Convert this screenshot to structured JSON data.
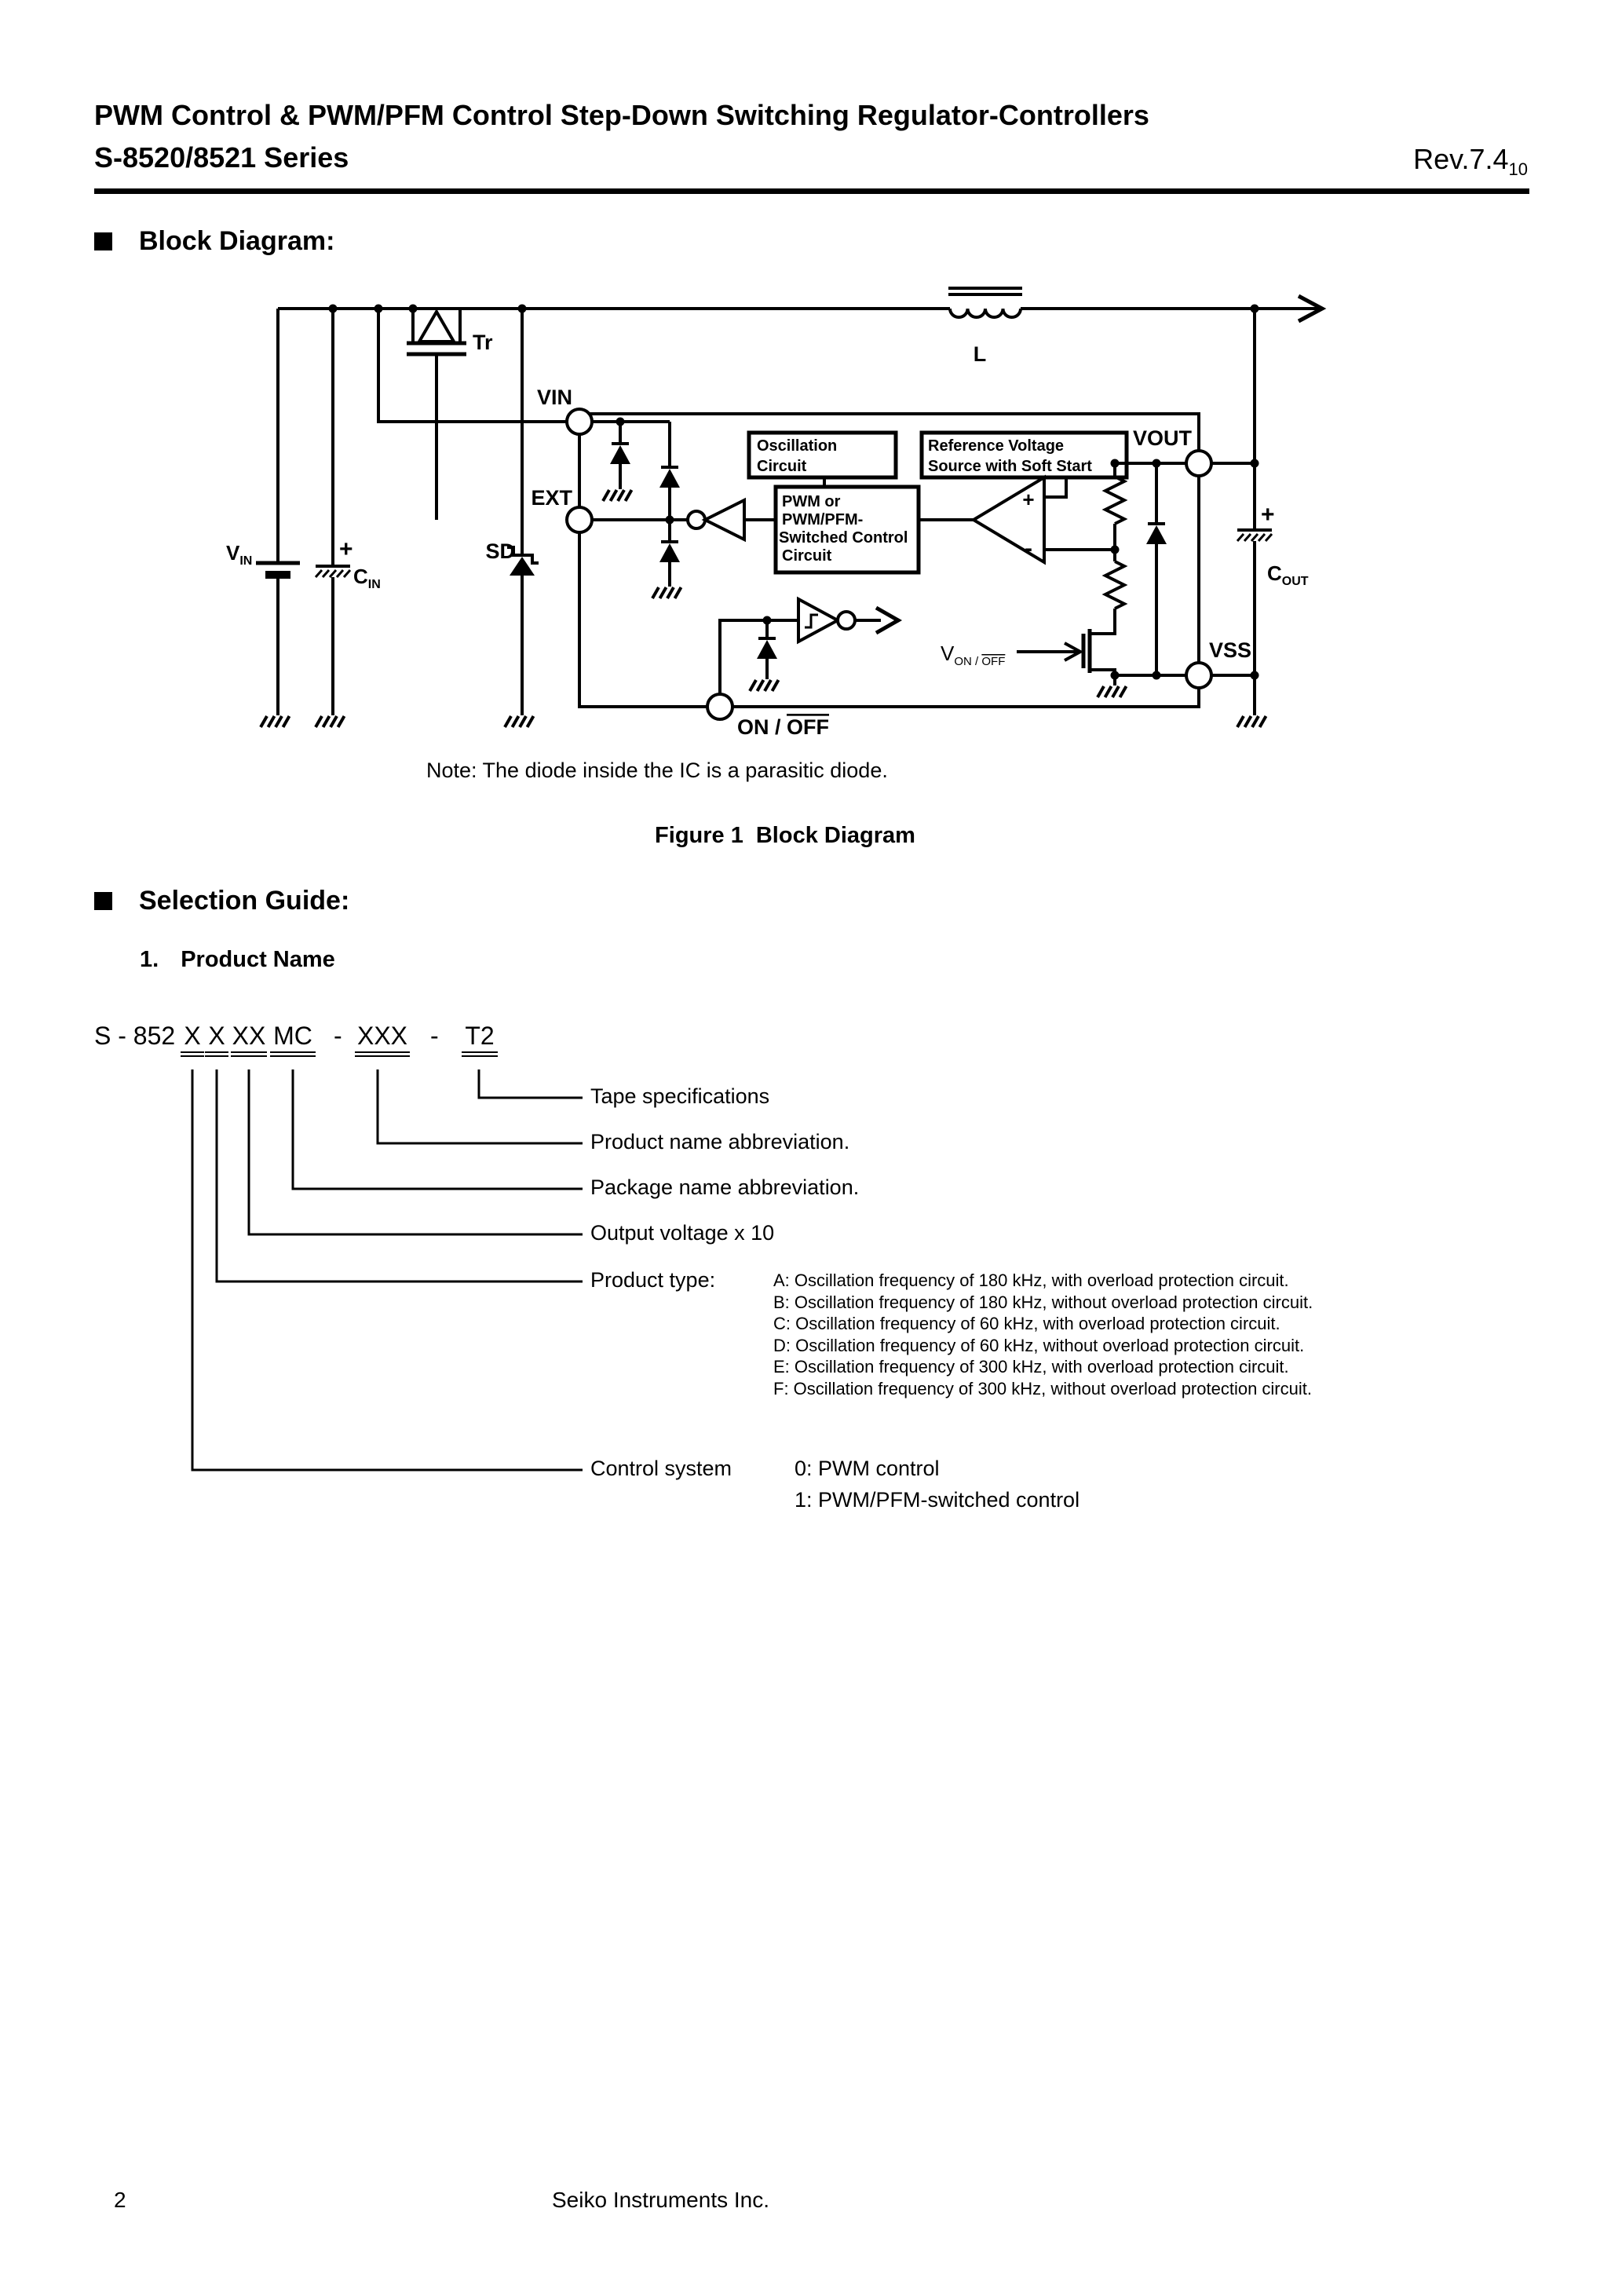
{
  "header": {
    "title": "PWM Control & PWM/PFM Control Step-Down Switching Regulator-Controllers",
    "series": "S-8520/8521 Series",
    "revision": "Rev.7.4",
    "revision_sub": "10"
  },
  "headings": {
    "block_diagram": "Block Diagram:",
    "selection_guide": "Selection Guide:",
    "product_name_num": "1.",
    "product_name": "Product Name"
  },
  "diagram": {
    "pins": {
      "vin": "VIN",
      "ext": "EXT",
      "sd": "SD",
      "vout": "VOUT",
      "vss": "VSS",
      "onoff_on": "ON / ",
      "onoff_off": "OFF"
    },
    "parts": {
      "tr": "Tr",
      "l": "L",
      "v_main": "V",
      "v_in_sub": "IN",
      "c_main": "C",
      "c_in_sub": "IN",
      "c_out_sub": "OUT",
      "von_main": "V",
      "von_sub_on": "ON / ",
      "von_sub_off": "OFF",
      "plus": "+",
      "minus": "-"
    },
    "blocks": {
      "osc_line1": "Oscillation",
      "osc_line2": "Circuit",
      "ref_line1": "Reference Voltage",
      "ref_line2": "Source with Soft Start",
      "pwm_line1": "PWM or",
      "pwm_line2": "PWM/PFM-",
      "pwm_line3": "Switched Control",
      "pwm_line4": "Circuit"
    }
  },
  "note": "Note: The diode inside the IC is a parasitic diode.",
  "figure_caption": {
    "num": "Figure 1",
    "text": "Block Diagram"
  },
  "product_code": {
    "prefix": "S - 852",
    "s1": "X",
    "s2": "X",
    "s3": "XX",
    "s4": "MC",
    "d1": "-",
    "s5": "XXX",
    "d2": "-",
    "s6": "T2"
  },
  "callouts": {
    "tape": "Tape specifications",
    "product_name": "Product name abbreviation.",
    "package": "Package name abbreviation.",
    "output_voltage": "Output voltage x 10",
    "product_type": "Product type:",
    "control_system": "Control system"
  },
  "product_types": [
    "A: Oscillation frequency of 180 kHz, with overload protection circuit.",
    "B: Oscillation frequency of 180 kHz, without overload protection circuit.",
    "C: Oscillation frequency of 60 kHz, with overload protection circuit.",
    "D: Oscillation frequency of 60 kHz, without overload protection circuit.",
    "E: Oscillation frequency of 300 kHz, with overload protection circuit.",
    "F: Oscillation frequency of 300 kHz, without overload protection circuit."
  ],
  "control_options": [
    "0: PWM control",
    "1: PWM/PFM-switched control"
  ],
  "footer": {
    "page": "2",
    "company": "Seiko Instruments Inc."
  }
}
